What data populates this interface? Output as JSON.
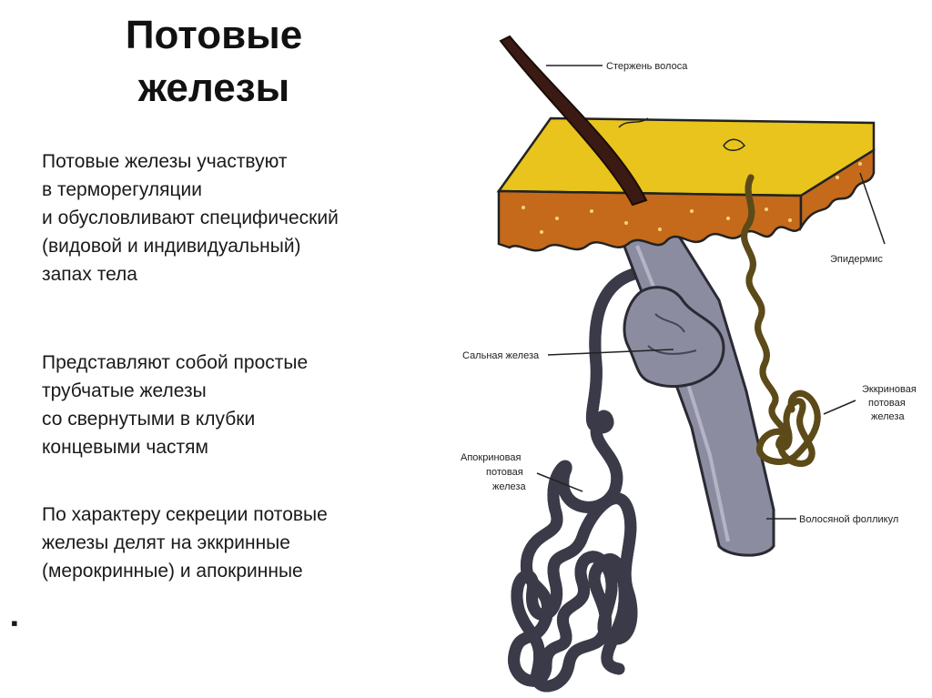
{
  "title": {
    "line1": "Потовые",
    "line2": "железы"
  },
  "paragraphs": [
    [
      "Потовые железы участвуют",
      "в терморегуляции",
      "и обусловливают специфический",
      "(видовой и индивидуальный)",
      "запах тела"
    ],
    [
      "Представляют собой простые",
      "трубчатые железы",
      "со свернутыми в клубки",
      "концевыми частям"
    ],
    [
      "По характеру секреции потовые",
      "железы делят на эккринные",
      "(мерокринные) и апокринные"
    ]
  ],
  "bullet": "▪",
  "diagram": {
    "labels": {
      "hair_shaft": "Стержень волоса",
      "epidermis": "Эпидермис",
      "sebaceous_gland": "Сальная железа",
      "eccrine_gland": [
        "Эккриновая",
        "потовая",
        "железа"
      ],
      "apocrine_gland": [
        "Апокриновая",
        "потовая",
        "железа"
      ],
      "hair_follicle": "Волосяной фолликул"
    },
    "colors": {
      "skin_top": "#e8c41c",
      "dermis": "#c46a1a",
      "follicle": "#8c8ca0",
      "hair": "#3b1a14",
      "eccrine": "#d8c060",
      "apocrine": "#6e6e82"
    }
  }
}
